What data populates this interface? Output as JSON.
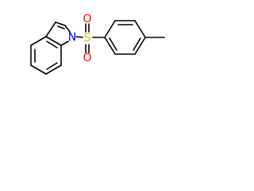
{
  "molecule": {
    "atoms": {
      "nitrogen": {
        "symbol": "N",
        "color": "#0000ff"
      },
      "sulfur": {
        "symbol": "S",
        "color": "#cccc00"
      },
      "oxygen_top": {
        "symbol": "O",
        "color": "#ff0000"
      },
      "oxygen_bottom": {
        "symbol": "O",
        "color": "#ff0000"
      }
    },
    "bond_color": "#000000",
    "background": "#ffffff"
  }
}
